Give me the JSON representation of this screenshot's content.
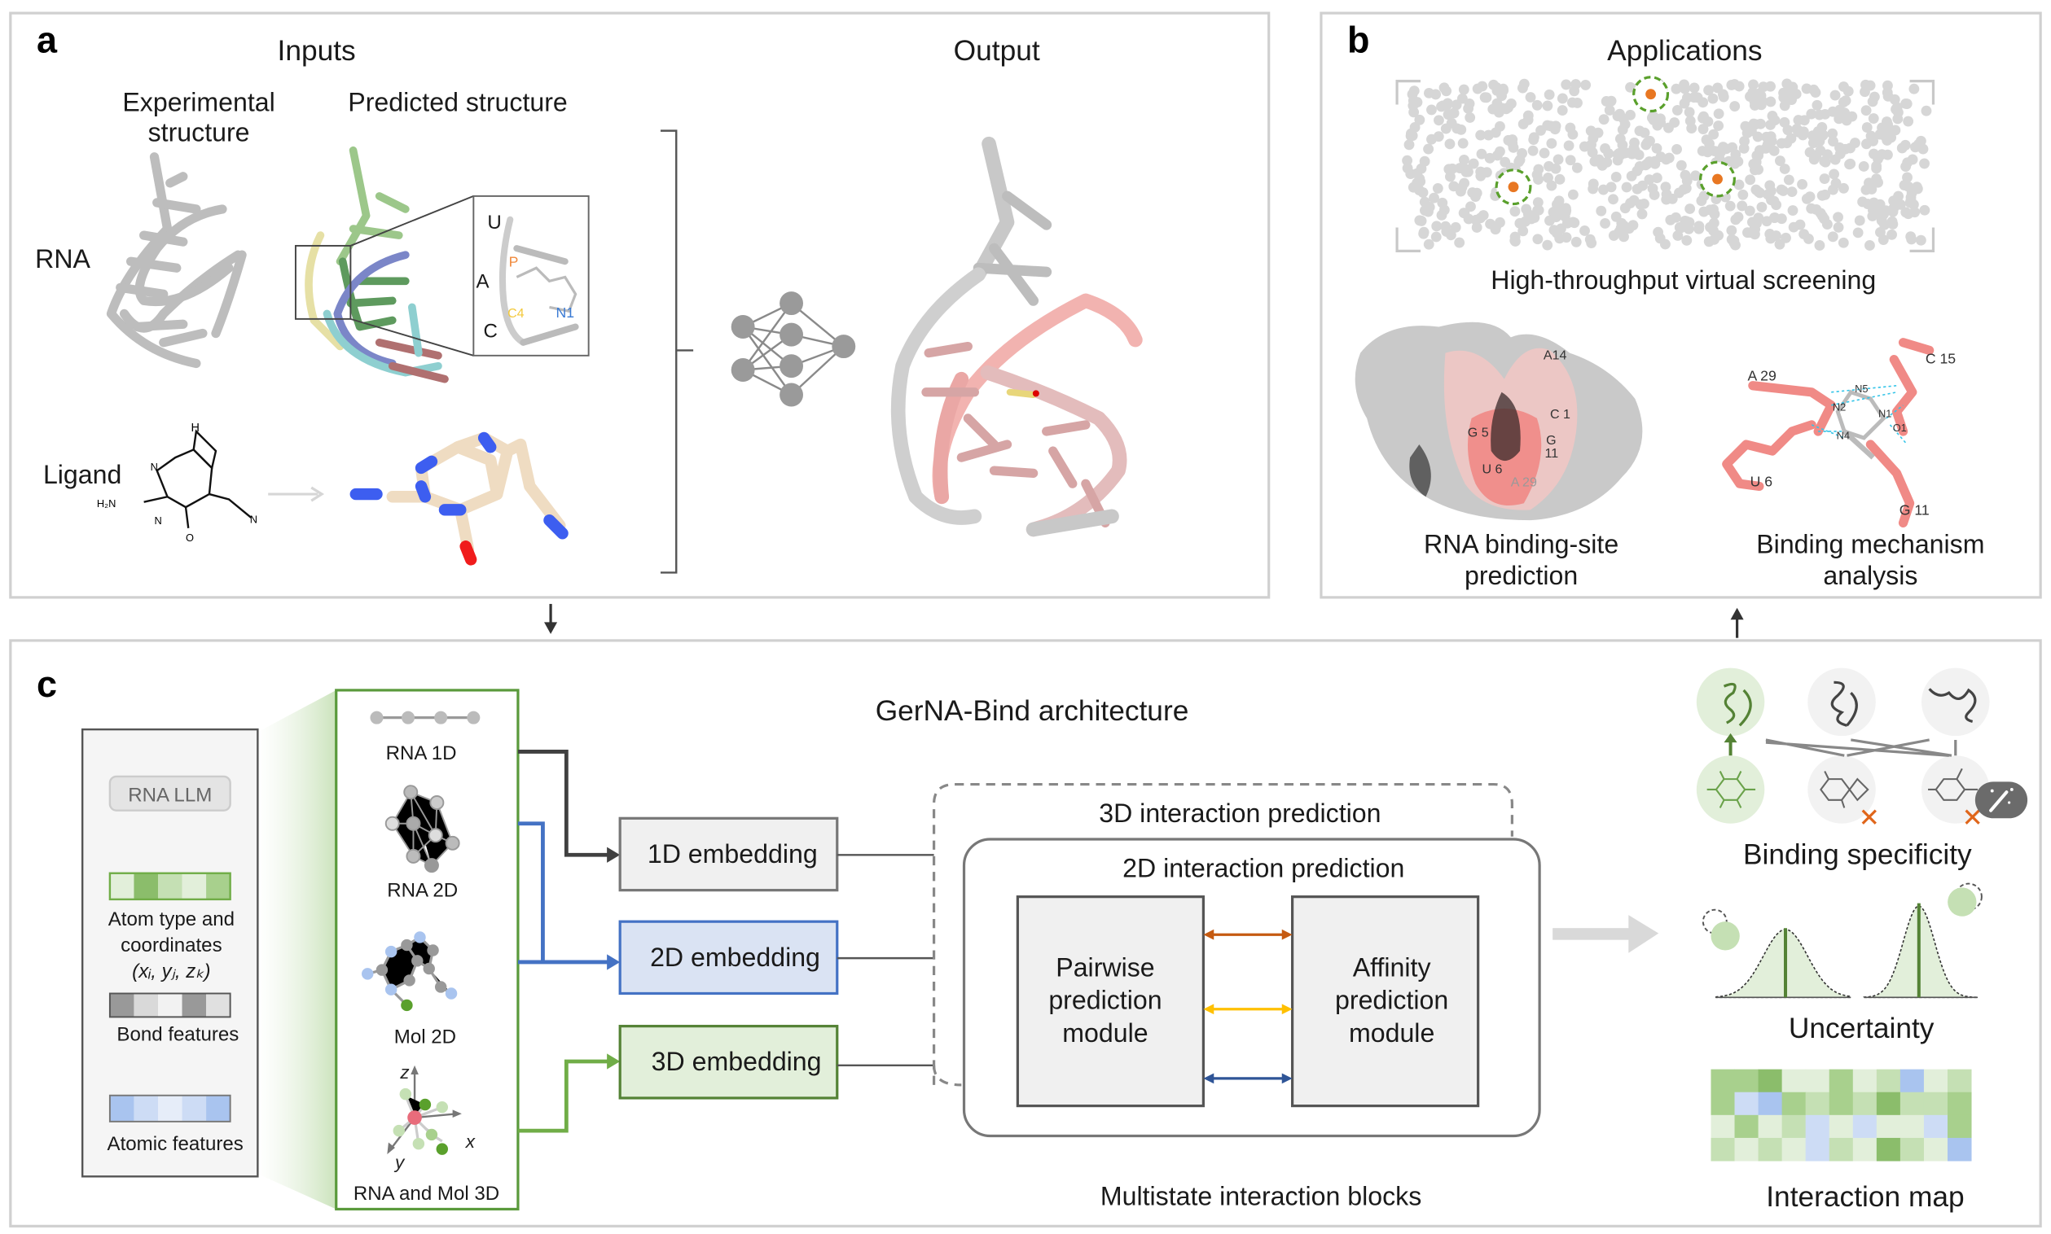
{
  "panel_a": {
    "label": "a",
    "inputs_title": "Inputs",
    "output_title": "Output",
    "experimental_line1": "Experimental",
    "experimental_line2": "structure",
    "predicted_title": "Predicted structure",
    "rna_label": "RNA",
    "ligand_label": "Ligand",
    "inset_letters": {
      "u": "U",
      "a": "A",
      "c": "C",
      "p": "P",
      "c4": "C4",
      "n1": "N1"
    },
    "ligand_atoms": {
      "nh": "H",
      "n1": "N",
      "n2": "N",
      "h2n": "H₂N",
      "o": "O",
      "n3": "N"
    }
  },
  "panel_b": {
    "label": "b",
    "title": "Applications",
    "screening_caption": "High-throughput virtual screening",
    "binding_site_caption_line1": "RNA binding-site",
    "binding_site_caption_line2": "prediction",
    "mechanism_caption_line1": "Binding mechanism",
    "mechanism_caption_line2": "analysis",
    "surface_residues": [
      "A14",
      "C 1",
      "G 5",
      "G",
      "11",
      "U 6",
      "A 29"
    ],
    "mechanism_residues": [
      "A 29",
      "C 15",
      "U 6",
      "G 11"
    ],
    "mechanism_atoms": [
      "N5",
      "N2",
      "N1",
      "O1",
      "N4"
    ],
    "colors": {
      "hit": "#e87722",
      "hit_ring": "#5aa02c",
      "library": "#d6d6d6"
    }
  },
  "panel_c": {
    "label": "c",
    "title": "GerNA-Bind architecture",
    "features": {
      "rna_llm": "RNA LLM",
      "atom_line1": "Atom type and",
      "atom_line2": "coordinates",
      "atom_line3": "(xᵢ, yⱼ, zₖ)",
      "bond": "Bond features",
      "atomic": "Atomic features"
    },
    "representations": {
      "rna_1d": "RNA 1D",
      "rna_2d": "RNA 2D",
      "mol_2d": "Mol 2D",
      "rna_mol_3d": "RNA and Mol 3D",
      "axis_x": "x",
      "axis_y": "y",
      "axis_z": "z"
    },
    "embeddings": {
      "e1d": "1D embedding",
      "e2d": "2D embedding",
      "e3d": "3D embedding"
    },
    "interaction": {
      "outer": "3D interaction prediction",
      "inner": "2D interaction prediction",
      "pairwise": [
        "Pairwise",
        "prediction",
        "module"
      ],
      "affinity": [
        "Affinity",
        "prediction",
        "module"
      ],
      "footer": "Multistate interaction blocks"
    },
    "outputs": {
      "specificity": "Binding specificity",
      "uncertainty": "Uncertainty",
      "interaction_map": "Interaction map"
    },
    "colors": {
      "e1d": "#f0f0f0",
      "e2d": "#dae3f3",
      "e3d": "#e2efda",
      "arrow_1": "#c55a11",
      "arrow_2": "#ffc000",
      "arrow_3": "#2f5597"
    },
    "interaction_map_cells": [
      [
        "M",
        "M",
        "D",
        "P",
        "P",
        "M",
        "P",
        "L",
        "B",
        "P",
        "L"
      ],
      [
        "M",
        "b",
        "B",
        "M",
        "L",
        "M",
        "L",
        "D",
        "L",
        "L",
        "M"
      ],
      [
        "P",
        "M",
        "P",
        "L",
        "b",
        "P",
        "b",
        "P",
        "P",
        "b",
        "M"
      ],
      [
        "L",
        "P",
        "L",
        "P",
        "b",
        "L",
        "P",
        "D",
        "L",
        "P",
        "B"
      ]
    ],
    "interaction_map_palette": {
      "D": "#8bbd6b",
      "M": "#a8d08d",
      "L": "#c5e0b4",
      "P": "#e2efda",
      "B": "#a9c4ef",
      "b": "#cddcf5"
    }
  }
}
